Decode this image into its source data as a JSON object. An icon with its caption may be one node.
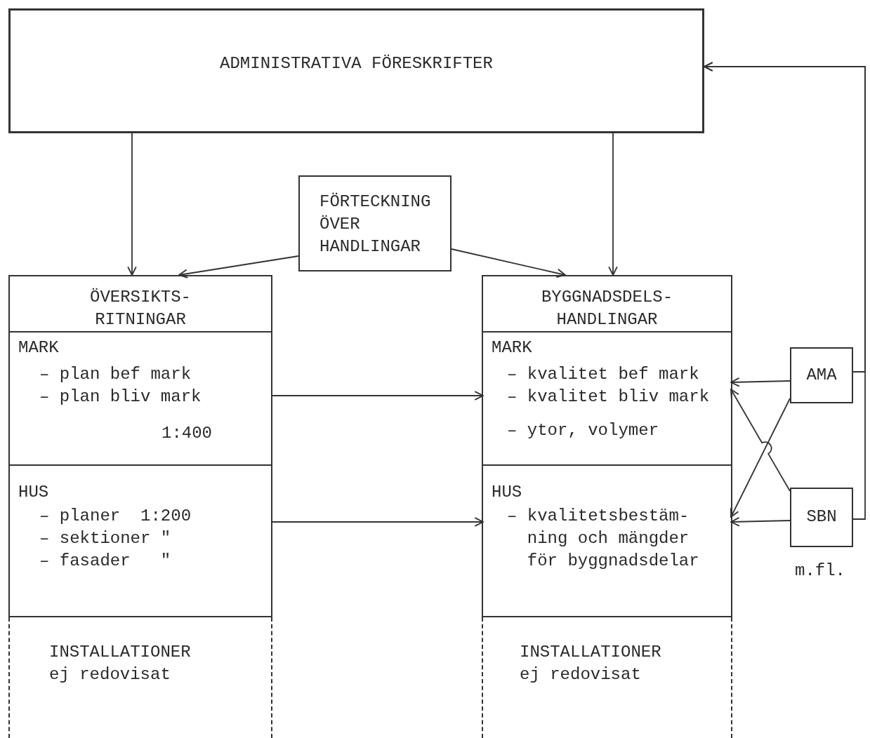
{
  "diagram": {
    "nodes": [
      {
        "text": [
          "ADMINISTRATIVA FÖRESKRIFTER"
        ]
      },
      {
        "text": [
          "FÖRTECKNING ÖVER HANDLINGAR"
        ]
      },
      {
        "text": [
          "ÖVERSIKTS- RITNINGAR"
        ]
      },
      {
        "text": [
          "MARK",
          "– plan bef mark",
          "– plan bliv mark",
          "1:400"
        ],
        "in": 2
      },
      {
        "text": [
          "HUS",
          "– planer  1:200",
          "– sektioner \"",
          "– fasader   \""
        ],
        "in": 2
      },
      {
        "text": [
          "INSTALLATIONER",
          "ej redovisat"
        ]
      },
      {
        "text": [
          "BYGGNADSDELS- HANDLINGAR"
        ]
      },
      {
        "text": [
          "MARK",
          "– kvalitet bef mark",
          "– kvalitet bliv mark",
          "– ytor, volymer"
        ],
        "in": 6
      },
      {
        "text": [
          "HUS",
          "– kvalitetsbestäm- ning och mängder för byggnadsdelar"
        ],
        "in": 6
      },
      {
        "text": [
          "INSTALLATIONER",
          "ej redovisat"
        ]
      },
      {
        "text": [
          "AMA"
        ]
      },
      {
        "text": [
          "SBN"
        ]
      }
    ],
    "edges": [
      {
        "from": 0,
        "to": 2,
        "arrow": "to"
      },
      {
        "from": 0,
        "to": 6,
        "arrow": "to"
      },
      {
        "from": 1,
        "to": 2,
        "arrow": "to"
      },
      {
        "from": 1,
        "to": 6,
        "arrow": "to"
      },
      {
        "from": 3,
        "to": 7,
        "arrow": "to"
      },
      {
        "from": 4,
        "to": 8,
        "arrow": "to"
      },
      {
        "from": 10,
        "to": 7,
        "arrow": "to"
      },
      {
        "from": 10,
        "to": 8,
        "arrow": "to"
      },
      {
        "from": 11,
        "to": 7,
        "arrow": "to"
      },
      {
        "from": 11,
        "to": 8,
        "arrow": "to"
      },
      {
        "from": 10,
        "to": 0,
        "arrow": "to"
      },
      {
        "from": 11,
        "to": 0,
        "arrow": "to"
      }
    ],
    "labels": [
      "m.fl."
    ]
  }
}
